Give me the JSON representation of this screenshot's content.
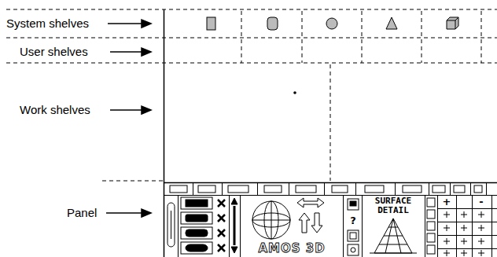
{
  "diagram": {
    "labels": [
      "System shelves",
      "User shelves",
      "Work shelves",
      "Panel",
      "SURFACE DETAIL",
      "AMOS 3D",
      "?",
      "+",
      "-"
    ]
  }
}
